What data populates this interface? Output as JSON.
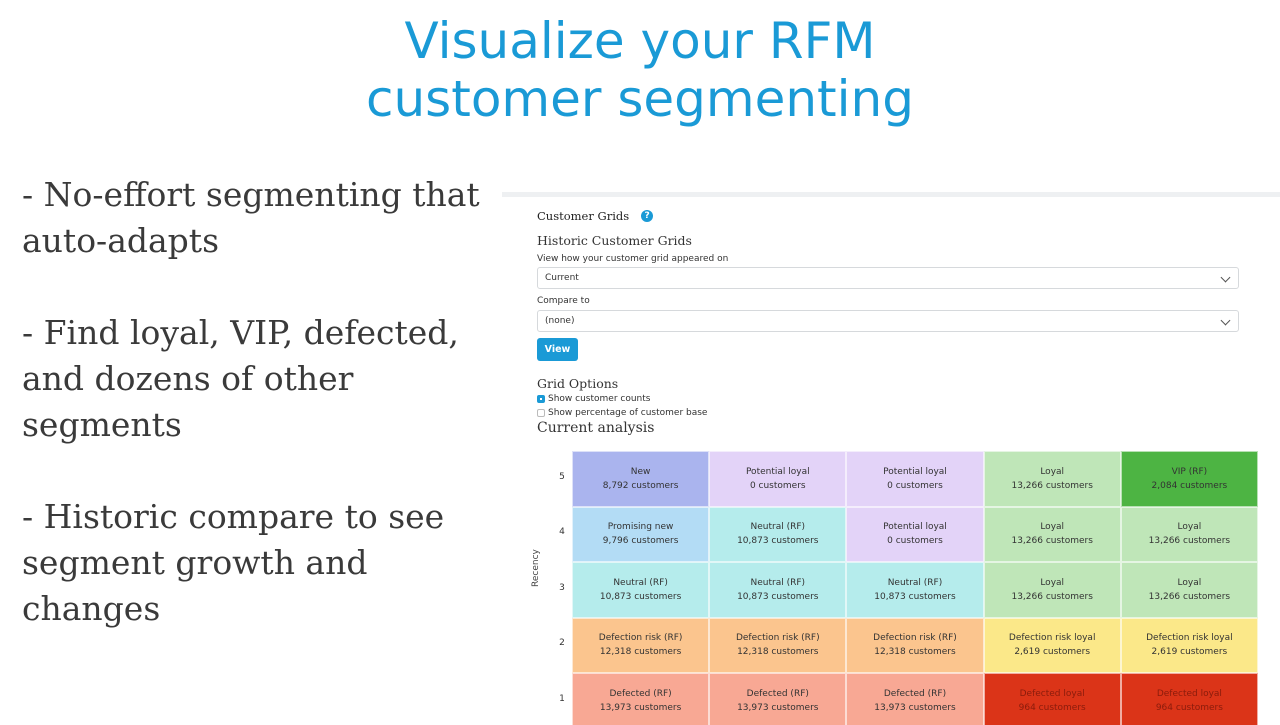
{
  "slide": {
    "title_line1": "Visualize your RFM",
    "title_line2": "customer segmenting",
    "bullets": [
      "- No-effort segmenting that auto-adapts",
      "- Find loyal, VIP, defected, and dozens of other segments",
      "- Historic compare to see segment growth and changes"
    ],
    "accent_color": "#1a9ad6"
  },
  "panel": {
    "header_title": "Customer Grids",
    "help_icon": "?",
    "historic_title": "Historic Customer Grids",
    "view_label": "View how your customer grid appeared on",
    "view_value": "Current",
    "compare_label": "Compare to",
    "compare_value": "(none)",
    "view_button": "View",
    "grid_options_title": "Grid Options",
    "option_counts": "Show customer counts",
    "option_counts_checked": true,
    "option_percent": "Show percentage of customer base",
    "option_percent_checked": false,
    "current_title": "Current analysis",
    "y_axis_label": "Recency"
  },
  "rfm_grid": {
    "rows": [
      {
        "recency": "5",
        "cells": [
          {
            "name": "New",
            "count": "8,792 customers",
            "color": "#aab4ee"
          },
          {
            "name": "Potential loyal",
            "count": "0 customers",
            "color": "#e3d3f8"
          },
          {
            "name": "Potential loyal",
            "count": "0 customers",
            "color": "#e3d3f8"
          },
          {
            "name": "Loyal",
            "count": "13,266 customers",
            "color": "#bfe6b8"
          },
          {
            "name": "VIP (RF)",
            "count": "2,084 customers",
            "color": "#4db443"
          }
        ]
      },
      {
        "recency": "4",
        "cells": [
          {
            "name": "Promising new",
            "count": "9,796 customers",
            "color": "#b3dcf5"
          },
          {
            "name": "Neutral (RF)",
            "count": "10,873 customers",
            "color": "#b5ecec"
          },
          {
            "name": "Potential loyal",
            "count": "0 customers",
            "color": "#e3d3f8"
          },
          {
            "name": "Loyal",
            "count": "13,266 customers",
            "color": "#bfe6b8"
          },
          {
            "name": "Loyal",
            "count": "13,266 customers",
            "color": "#bfe6b8"
          }
        ]
      },
      {
        "recency": "3",
        "cells": [
          {
            "name": "Neutral (RF)",
            "count": "10,873 customers",
            "color": "#b5ecec"
          },
          {
            "name": "Neutral (RF)",
            "count": "10,873 customers",
            "color": "#b5ecec"
          },
          {
            "name": "Neutral (RF)",
            "count": "10,873 customers",
            "color": "#b5ecec"
          },
          {
            "name": "Loyal",
            "count": "13,266 customers",
            "color": "#bfe6b8"
          },
          {
            "name": "Loyal",
            "count": "13,266 customers",
            "color": "#bfe6b8"
          }
        ]
      },
      {
        "recency": "2",
        "cells": [
          {
            "name": "Defection risk (RF)",
            "count": "12,318 customers",
            "color": "#fbc58e"
          },
          {
            "name": "Defection risk (RF)",
            "count": "12,318 customers",
            "color": "#fbc58e"
          },
          {
            "name": "Defection risk (RF)",
            "count": "12,318 customers",
            "color": "#fbc58e"
          },
          {
            "name": "Defection risk loyal",
            "count": "2,619 customers",
            "color": "#fbe889"
          },
          {
            "name": "Defection risk loyal",
            "count": "2,619 customers",
            "color": "#fbe889"
          }
        ]
      },
      {
        "recency": "1",
        "cells": [
          {
            "name": "Defected (RF)",
            "count": "13,973 customers",
            "color": "#f8a894"
          },
          {
            "name": "Defected (RF)",
            "count": "13,973 customers",
            "color": "#f8a894"
          },
          {
            "name": "Defected (RF)",
            "count": "13,973 customers",
            "color": "#f8a894"
          },
          {
            "name": "Defected loyal",
            "count": "964 customers",
            "color": "#db3418"
          },
          {
            "name": "Defected loyal",
            "count": "964 customers",
            "color": "#db3418"
          }
        ]
      }
    ]
  }
}
